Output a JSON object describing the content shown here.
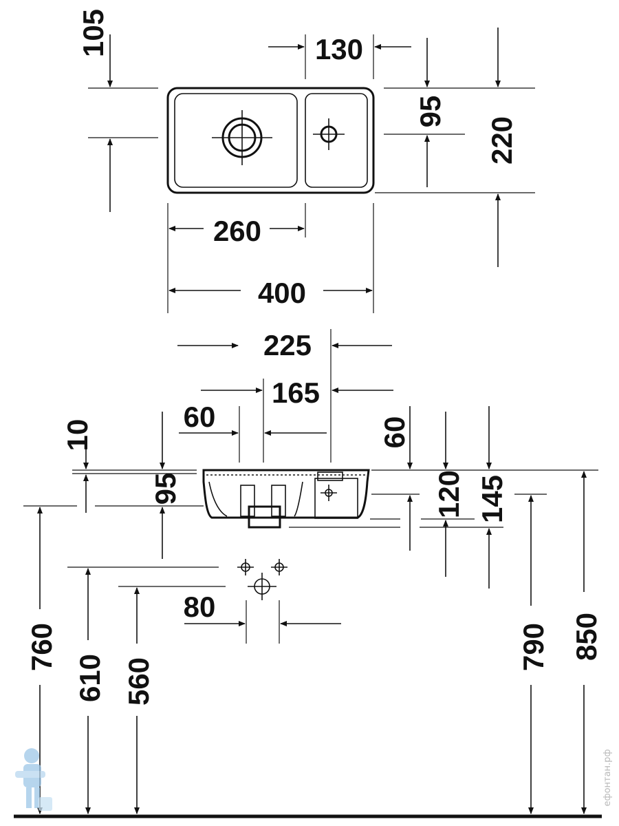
{
  "top_view": {
    "dim_105": "105",
    "dim_130": "130",
    "dim_95": "95",
    "dim_220": "220",
    "dim_260": "260",
    "dim_400": "400"
  },
  "front_view": {
    "dim_225": "225",
    "dim_165": "165",
    "dim_60_left": "60",
    "dim_60_right": "60",
    "dim_10": "10",
    "dim_95": "95",
    "dim_120": "120",
    "dim_145": "145",
    "dim_80": "80",
    "dim_760": "760",
    "dim_610": "610",
    "dim_560": "560",
    "dim_790": "790",
    "dim_850": "850"
  },
  "watermark": "ефонтан.рф",
  "colors": {
    "ink": "#111111",
    "watermark": "#b8b8b8",
    "logo": "#9ec7e8"
  }
}
